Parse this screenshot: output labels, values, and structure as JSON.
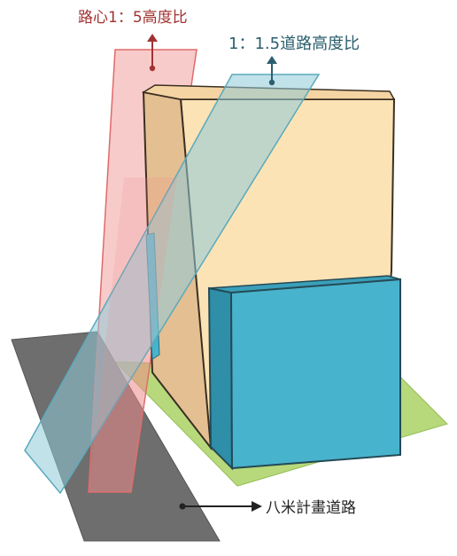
{
  "labels": {
    "center_ratio": "路心1：5高度比",
    "road_ratio": "1：1.5道路高度比",
    "road_name": "八米計畫道路"
  },
  "colors": {
    "red_label": "#a23232",
    "teal_label": "#2b5f6e",
    "road": "#6e6e6e",
    "lawn": "#b7d97c",
    "tall_building": "#fbe3b5",
    "low_building": "#48b3cc",
    "red_plane": "#f08c8c",
    "teal_plane": "#8fcad8"
  }
}
